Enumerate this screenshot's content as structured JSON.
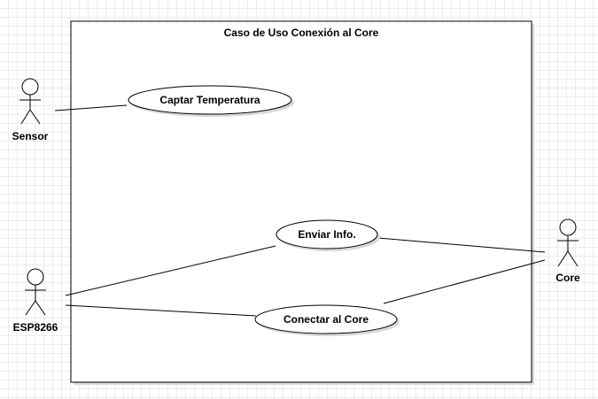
{
  "system": {
    "title": "Caso de Uso Conexión al Core"
  },
  "actors": {
    "sensor": {
      "name": "Sensor"
    },
    "esp": {
      "name": "ESP8266"
    },
    "core": {
      "name": "Core"
    }
  },
  "use_cases": {
    "captar": {
      "label": "Captar Temperatura"
    },
    "enviar": {
      "label": "Enviar Info."
    },
    "conectar": {
      "label": "Conectar al Core"
    }
  },
  "colors": {
    "line": "#000000",
    "shadow": "#d8d8d8",
    "grid": "#ececec"
  }
}
